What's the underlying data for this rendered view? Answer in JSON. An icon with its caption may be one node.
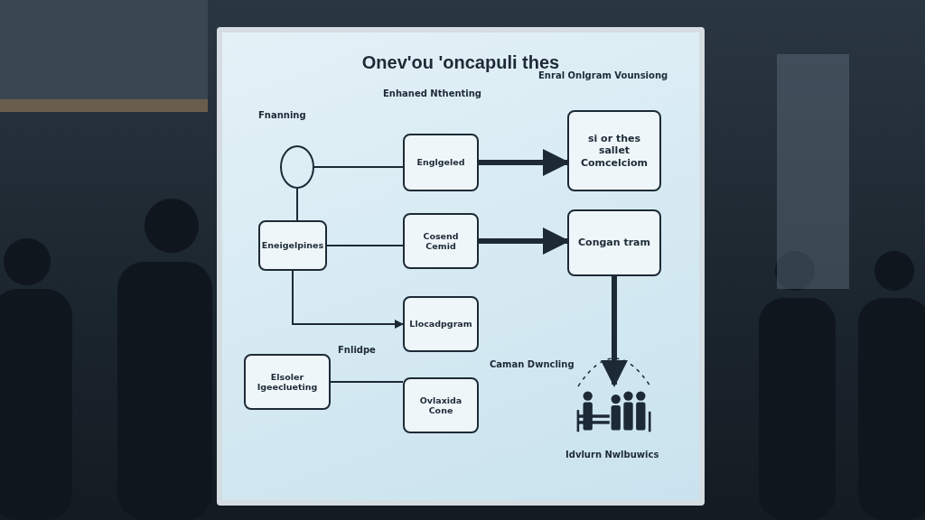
{
  "diagram": {
    "title": "Onev'ou 'oncapuli thes",
    "nodes": [
      {
        "text": [],
        "shape": "circle"
      },
      {
        "text": [
          "Englgeled"
        ]
      },
      {
        "text": [
          "Eneigelpines"
        ]
      },
      {
        "text": [
          "Cosend Cemid"
        ]
      },
      {
        "text": [
          "Llocadpgram"
        ]
      },
      {
        "text": [
          "Elsoler Igeeclueting"
        ]
      },
      {
        "text": [
          "Ovlaxida Cone"
        ]
      },
      {
        "text": [
          "si or thes sallet Comcelciom"
        ]
      },
      {
        "text": [
          "Congan tram"
        ]
      },
      {
        "text": [],
        "shape": "picture"
      }
    ],
    "edges": [
      {
        "from": 0,
        "to": 1,
        "arrow": "none"
      },
      {
        "from": 0,
        "to": 2,
        "arrow": "none"
      },
      {
        "from": 2,
        "to": 3,
        "arrow": "none"
      },
      {
        "from": 2,
        "to": 4,
        "arrow": "to"
      },
      {
        "from": 1,
        "to": 7,
        "arrow": "to",
        "style": "thick"
      },
      {
        "from": 3,
        "to": 8,
        "arrow": "to",
        "style": "thick"
      },
      {
        "from": 8,
        "to": 9,
        "arrow": "to",
        "style": "thick"
      },
      {
        "from": 5,
        "to": 6,
        "arrow": "none"
      }
    ],
    "labels": [
      "Fnanning",
      "Enhaned Nthenting",
      "Enral Onlgram Vounsiong",
      "Fnlidpe",
      "Caman Dwncling",
      "Idvlurn Nwlbuwics"
    ]
  }
}
